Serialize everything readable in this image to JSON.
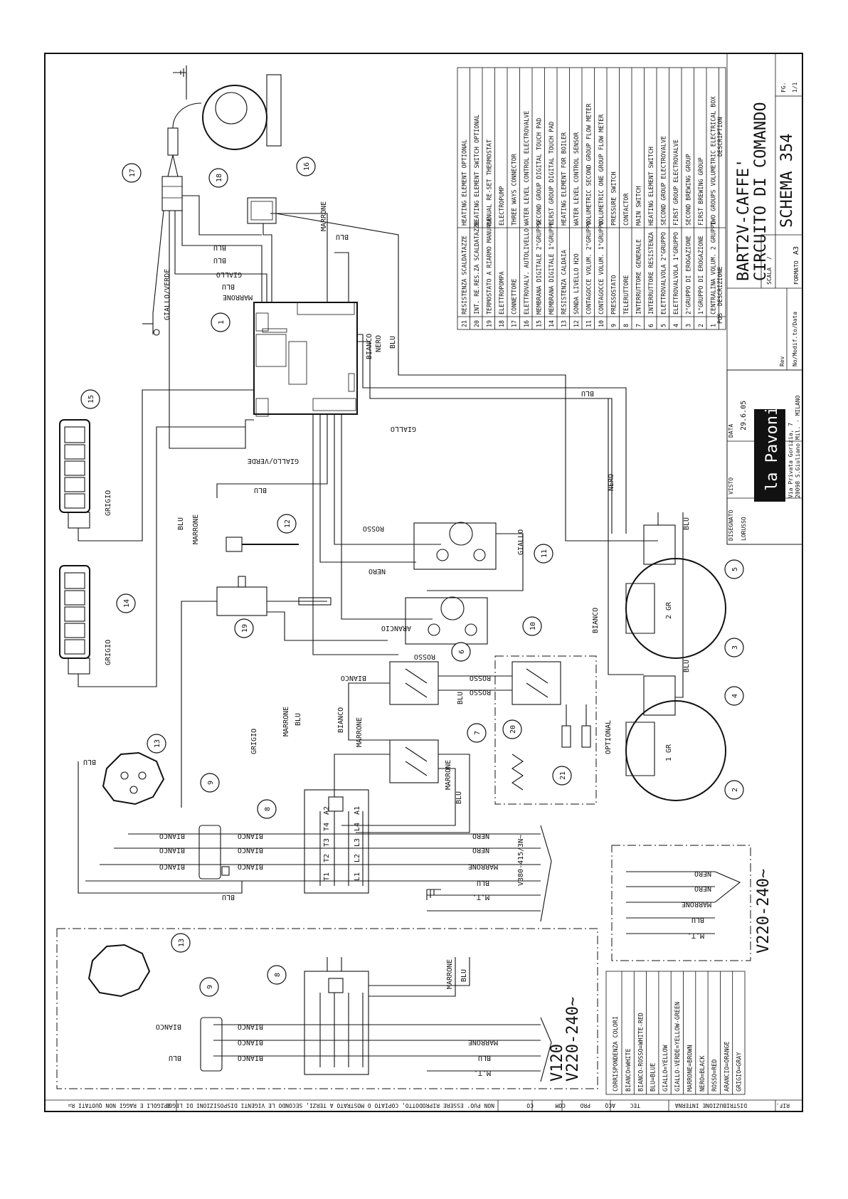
{
  "title_block": {
    "title_line1": "BART2V-CAFFE'",
    "title_line2": "CIRCUITO DI COMANDO",
    "schema": "SCHEMA 354",
    "sheet_label": "FG.",
    "sheet_value": "1/1",
    "scala_label": "SCALA",
    "scala_value": "/",
    "formato_label": "FORMATO",
    "formato_value": "A3",
    "rev_label": "Rev",
    "modif_label": "No/Modif.to/Data",
    "disegnato_label": "DISEGNATO",
    "disegnato_value": "LORUSSO",
    "visto_label": "VISTO",
    "data_label": "DATA",
    "data_value": "29.6.05",
    "company": "la Pavoni",
    "address_line1": "Via Privata Gorizia, 7",
    "address_line2": "20098 S.Giuliano Mil. - MILANO"
  },
  "legend": {
    "headers": {
      "pos": "POS",
      "descrizione": "DESCRIZIONE",
      "description": "DESCRIPTION"
    },
    "rows": [
      {
        "pos": "21",
        "it": "RESISTENZA SCALDATAZZE",
        "en": "HEATING ELEMENT OPTIONAL"
      },
      {
        "pos": "20",
        "it": "INT. RE.RES.ZA SCALDATAZZE",
        "en": "HEATING ELEMENT SWITCH OPTIONAL"
      },
      {
        "pos": "19",
        "it": "TERMOSTATO A RIARMO MANUALE",
        "en": "MANUAL RE-SET THERMOSTAT"
      },
      {
        "pos": "18",
        "it": "ELETTROPOMPA",
        "en": "ELECTROPUMP"
      },
      {
        "pos": "17",
        "it": "CONNETTORE",
        "en": "THREE WAYS CONNECTOR"
      },
      {
        "pos": "16",
        "it": "ELETTROVALV. AUTOLIVELLO",
        "en": "WATER LEVEL CONTROL ELECTROVALVE"
      },
      {
        "pos": "15",
        "it": "MEMBRANA DIGITALE 2°GRUPPO",
        "en": "SECOND GROUP DIGITAL TOUCH PAD"
      },
      {
        "pos": "14",
        "it": "MEMBRANA DIGITALE 1°GRUPPO",
        "en": "FIRST GROUP DIGITAL TOUCH PAD"
      },
      {
        "pos": "13",
        "it": "RESISTENZA CALDAIA",
        "en": "HEATING ELEMENT FOR BOILER"
      },
      {
        "pos": "12",
        "it": "SONDA LIVELLO H2O",
        "en": "WATER LEVEL CONTROL SENSOR"
      },
      {
        "pos": "11",
        "it": "CONTAGOCCE VOLUM. 2°GRUPPO",
        "en": "VOLUMETRIC SECOND GROUP FLOW METER"
      },
      {
        "pos": "10",
        "it": "CONTAGOCCE VOLUM. 1°GRUPPO",
        "en": "VOLUMETRIC ONE GROUP FLOW METER"
      },
      {
        "pos": "9",
        "it": "PRESSOSTATO",
        "en": "PRESSURE SWITCH"
      },
      {
        "pos": "8",
        "it": "TELERUTTORE",
        "en": "CONTACTOR"
      },
      {
        "pos": "7",
        "it": "INTERRUTTORE GENERALE",
        "en": "MAIN SWITCH"
      },
      {
        "pos": "6",
        "it": "INTERRUTTORE RESISTENZA",
        "en": "HEATING ELEMENT SWITCH"
      },
      {
        "pos": "5",
        "it": "ELETTROVALVOLA 2°GRUPPO",
        "en": "SECOND GROUP ELECTROVALVE"
      },
      {
        "pos": "4",
        "it": "ELETTROVALVOLA 1°GRUPPO",
        "en": "FIRST GROUP ELECTROVALVE"
      },
      {
        "pos": "3",
        "it": "2°GRUPPO DI EROGAZIONE",
        "en": "SECOND BREWING GROUP"
      },
      {
        "pos": "2",
        "it": "1°GRUPPO DI EROGAZIONE",
        "en": "FIRST BREWING GROUP"
      },
      {
        "pos": "1",
        "it": "CENTRALINA VOLUM. 2 GRUPPI",
        "en": "TWO GROUPS VOLUMETRIC ELECTRICAL BOX"
      }
    ]
  },
  "colors_table": {
    "header": "CORRISPONDENZA COLORI",
    "rows": [
      "BIANCO=WHITE",
      "BIANCO-ROSSO=WHITE-RED",
      "BLU=BLUE",
      "GIALLO=YELLOW",
      "GIALLO-VERDE=YELLOW-GREEN",
      "MARRONE=BROWN",
      "NERO=BLACK",
      "ROSSO=RED",
      "ARANCIO=ORANGE",
      "GRIGIO=GRAY"
    ]
  },
  "supplies": {
    "main": "V380-415/3N~",
    "alt_right": "V220-240~",
    "alt_bottom_line1": "V120",
    "alt_bottom_line2": "V220-240~",
    "optional": "OPTIONAL"
  },
  "wires": {
    "nero": "NERO",
    "marrone": "MARRONE",
    "blu": "BLU",
    "mt": "M.T.",
    "bianco": "BIANCO",
    "rosso": "ROSSO",
    "giallo": "GIALLO",
    "arancio": "ARANCIO",
    "grigio": "GRIGIO",
    "giallo_verde": "GIALLO/VERDE"
  },
  "component_labels": {
    "gr1": "1 GR",
    "gr2": "2 GR",
    "t1": "T1",
    "t2": "T2",
    "t3": "T3",
    "t4": "T4",
    "l1": "L1",
    "l2": "L2",
    "l3": "L3",
    "l4": "L4",
    "a1": "A1",
    "a2": "A2"
  },
  "footer": {
    "rif": "RIF.",
    "distribuzione": "DISTRIBUZIONE INTERNA",
    "tec": "TEC",
    "acq": "ACQ",
    "pro": "PRO",
    "com": "COM",
    "co": "CO",
    "notice1": "NON PUO' ESSERE RIPRODOTTO, COPIATO O MOSTRATO A TERZI, SECONDO LE VIGENTI DISPOSIZIONI DI LEGGE.",
    "notice2": "SPIGOLI E RAGGI NON QUOTATI R="
  }
}
